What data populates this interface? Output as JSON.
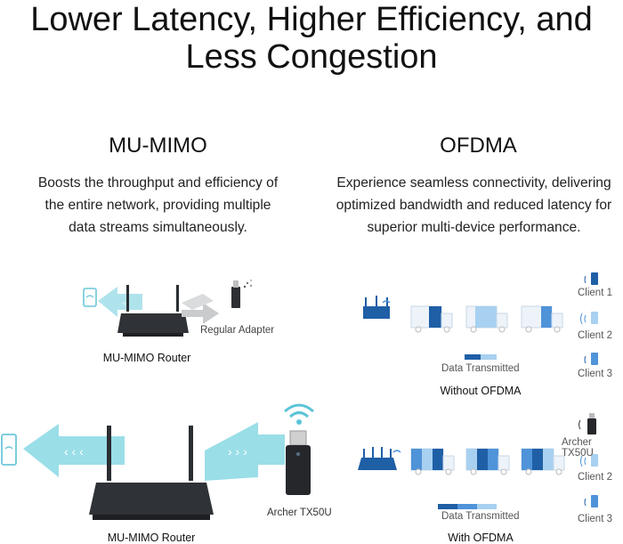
{
  "header": {
    "title_line1": "Lower Latency, Higher Efficiency, and",
    "title_line2": "Less Congestion"
  },
  "mumimo": {
    "heading": "MU-MIMO",
    "desc_line1": "Boosts the throughput and efficiency of",
    "desc_line2": "the entire network,  providing multiple",
    "desc_line3": "data streams simultaneously.",
    "top_caption": "MU-MIMO Router",
    "top_device": "Regular Adapter",
    "bottom_caption": "MU-MIMO Router",
    "bottom_device": "Archer TX50U"
  },
  "ofdma": {
    "heading": "OFDMA",
    "desc_line1": "Experience seamless connectivity, delivering",
    "desc_line2": "optimized bandwidth and reduced latency for",
    "desc_line3": "superior multi-device performance.",
    "without": {
      "caption": "Without OFDMA",
      "data_label": "Data Transmitted",
      "clients": [
        "Client 1",
        "Client 2",
        "Client 3"
      ]
    },
    "with": {
      "caption": "With OFDMA",
      "data_label": "Data Transmitted",
      "device": "Archer TX50U",
      "clients": [
        "Client 2",
        "Client 3"
      ]
    }
  },
  "colors": {
    "accent_dark": "#1f5fa6",
    "accent_mid": "#4f93d9",
    "accent_light": "#a8d0f0",
    "beam": "#7fd3df",
    "router": "#2a2d31"
  }
}
